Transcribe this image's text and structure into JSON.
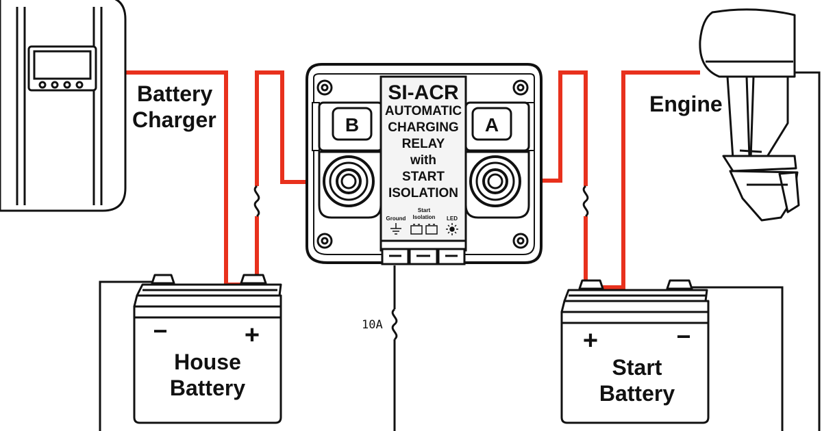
{
  "labels": {
    "charger": [
      "Battery",
      "Charger"
    ],
    "engine": "Engine",
    "house_battery": [
      "House",
      "Battery"
    ],
    "start_battery": [
      "Start",
      "Battery"
    ],
    "fuse_rating": "10A"
  },
  "relay": {
    "model": "SI-ACR",
    "description": [
      "AUTOMATIC",
      "CHARGING",
      "RELAY",
      "with",
      "START",
      "ISOLATION"
    ],
    "terminal_b": "B",
    "terminal_a": "A",
    "pins": {
      "ground": "Ground",
      "start_isolation": [
        "Start",
        "Isolation"
      ],
      "led": "LED"
    }
  },
  "battery_symbols": {
    "minus": "−",
    "plus": "+"
  },
  "colors": {
    "positive_wire": "#e8311d",
    "negative_wire": "#111111",
    "outline": "#111111",
    "relay_body": "#ffffff",
    "label_panel": "#f2f2f2"
  }
}
